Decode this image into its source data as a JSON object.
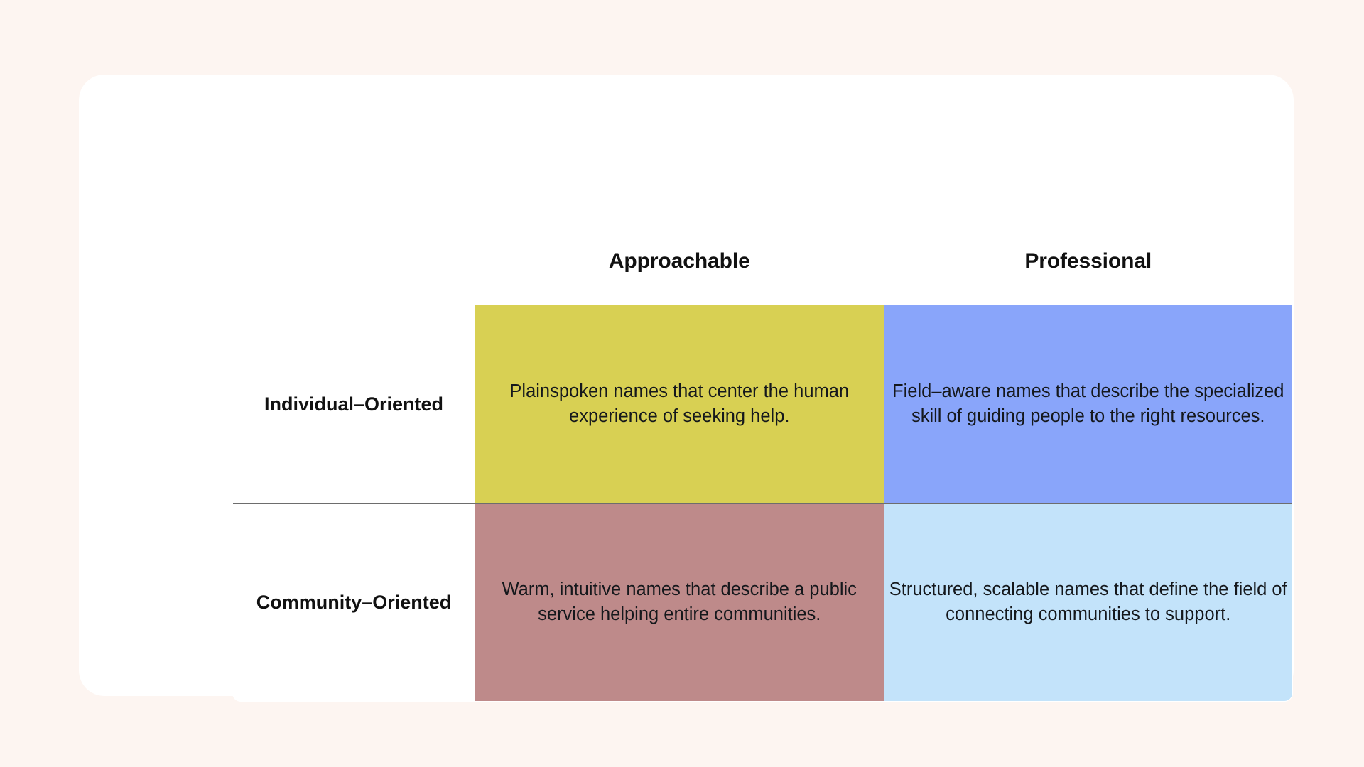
{
  "page": {
    "background_color": "#fdf5f1",
    "card_color": "#ffffff"
  },
  "matrix": {
    "corner_label": "",
    "column_headers": [
      {
        "label": "Approachable"
      },
      {
        "label": "Professional"
      }
    ],
    "rows": [
      {
        "label": "Individual–Oriented",
        "cells": [
          {
            "text": "Plainspoken names that center the human experience of seeking help.",
            "color": "#d8d053",
            "color_name": "yellow"
          },
          {
            "text": "Field–aware names that describe the specialized skill of guiding people to the right resources.",
            "color": "#89a5fa",
            "color_name": "periwinkle-blue"
          }
        ]
      },
      {
        "label": "Community–Oriented",
        "cells": [
          {
            "text": "Warm, intuitive names that describe a public service helping entire communities.",
            "color": "#be8a8a",
            "color_name": "rose"
          },
          {
            "text": "Structured, scalable names that define the field of connecting communities to support.",
            "color": "#c3e3fa",
            "color_name": "light-blue"
          }
        ]
      }
    ]
  }
}
